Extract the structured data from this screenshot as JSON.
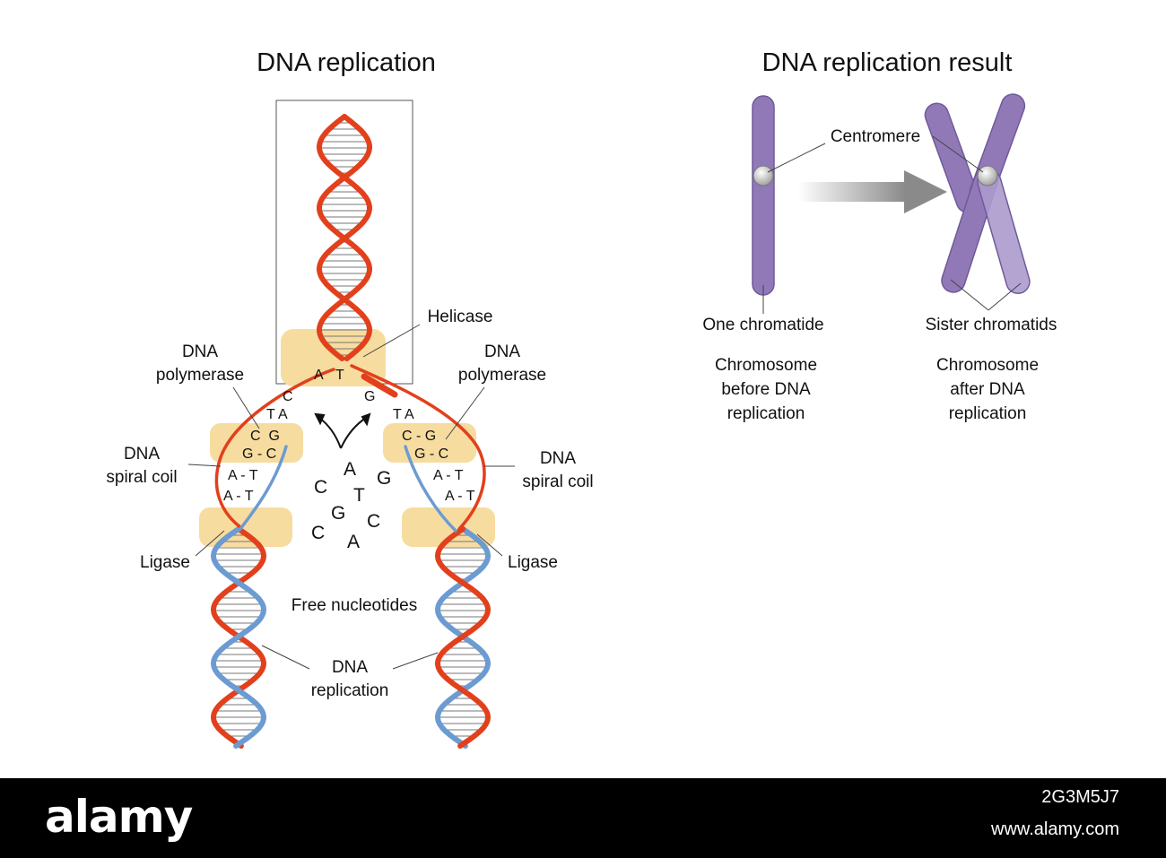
{
  "left_panel": {
    "title": "DNA replication",
    "labels": {
      "helicase": "Helicase",
      "polymerase_left_1": "DNA",
      "polymerase_left_2": "polymerase",
      "polymerase_right_1": "DNA",
      "polymerase_right_2": "polymerase",
      "coil_left_1": "DNA",
      "coil_left_2": "spiral coil",
      "coil_right_1": "DNA",
      "coil_right_2": "spiral coil",
      "ligase_left": "Ligase",
      "ligase_right": "Ligase",
      "free_nucleotides": "Free nucleotides",
      "replication_1": "DNA",
      "replication_2": "replication"
    },
    "base_pairs": {
      "helicase_A": "A",
      "helicase_T": "T",
      "left_C": "C",
      "left_TA": "T A",
      "left_CG": "C  G",
      "left_GC": "G - C",
      "left_AT1": "A - T",
      "left_AT2": "A - T",
      "right_G": "G",
      "right_TA": "T A",
      "right_CG": "C - G",
      "right_GC": "G - C",
      "right_AT1": "A - T",
      "right_AT2": "A - T"
    },
    "free_bases": [
      "A",
      "C",
      "T",
      "G",
      "G",
      "C",
      "C",
      "A"
    ]
  },
  "right_panel": {
    "title": "DNA replication result",
    "centromere": "Centromere",
    "one_chromatide": "One chromatide",
    "sister_chromatids": "Sister chromatids",
    "before_1": "Chromosome",
    "before_2": "before DNA",
    "before_3": "replication",
    "after_1": "Chromosome",
    "after_2": "after DNA",
    "after_3": "replication"
  },
  "footer": {
    "brand": "alamy",
    "image_id": "2G3M5J7",
    "url": "www.alamy.com"
  },
  "colors": {
    "red_strand": "#e2401c",
    "blue_strand": "#6c9bd2",
    "enzyme": "#f7dca0",
    "chromosome": "#9179b8",
    "chromosome_dark": "#6f5a99"
  }
}
